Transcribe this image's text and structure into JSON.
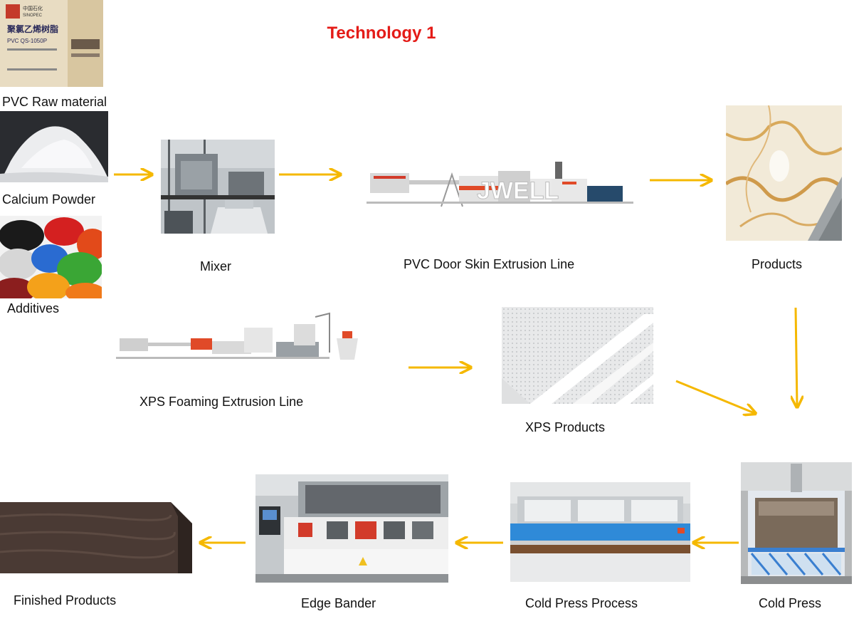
{
  "title": "Technology 1",
  "accent_color": "#f5b800",
  "title_color": "#e41b17",
  "steps": {
    "pvc_raw_material": "PVC Raw material",
    "calcium_powder": "Calcium Powder",
    "additives": "Additives",
    "mixer": "Mixer",
    "pvc_door_skin_line": "PVC Door Skin Extrusion Line",
    "products": "Products",
    "xps_foaming_line": "XPS Foaming Extrusion Line",
    "xps_products": "XPS Products",
    "cold_press": "Cold Press",
    "cold_press_process": "Cold Press Process",
    "edge_bander": "Edge Bander",
    "finished_products": "Finished Products"
  },
  "bag_text": {
    "brand_cn": "中国石化",
    "brand": "SINOPEC",
    "product_cn": "聚氯乙烯树脂",
    "grade": "PVC QS-1050P"
  },
  "machine_watermark": "JWELL"
}
